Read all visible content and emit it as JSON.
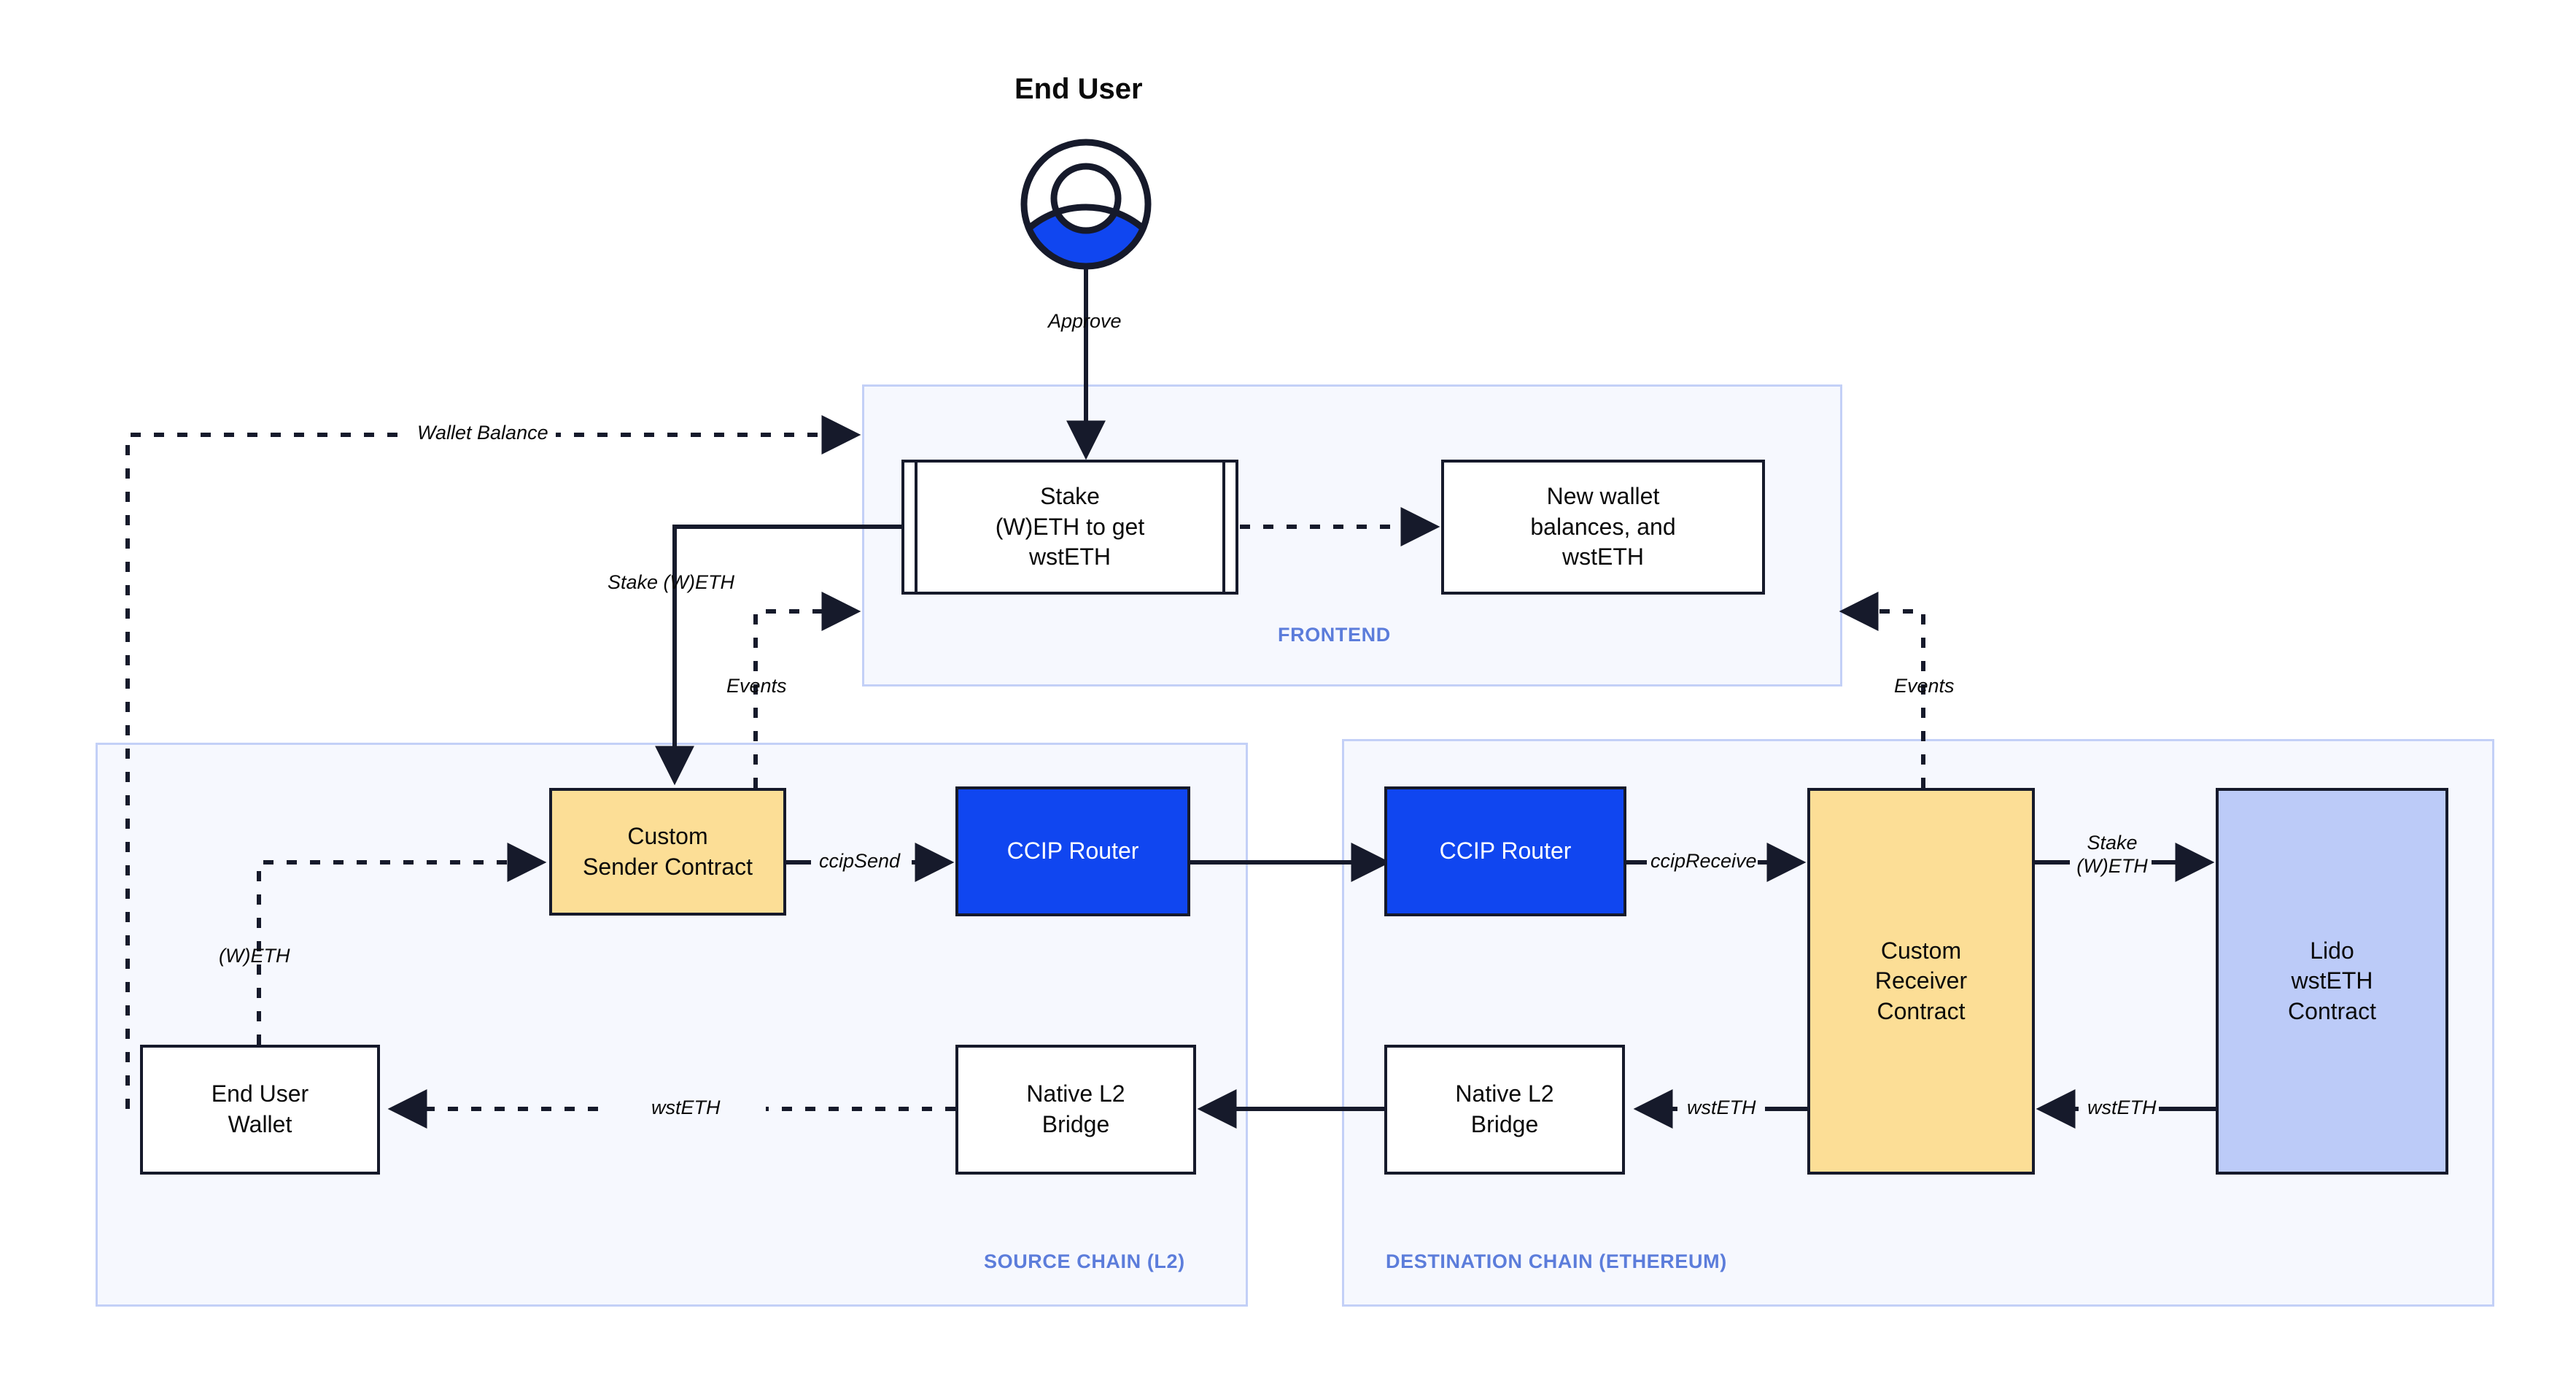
{
  "diagram": {
    "title": "Chainlink CCIP cross-chain Lido wstETH staking architecture",
    "colors": {
      "zone_fill": "#F6F8FE",
      "zone_border": "#C3D0F7",
      "zone_label": "#5C7DDB",
      "node_stroke": "#161A2B",
      "yellow": "#FCDE96",
      "blue": "#1046F0",
      "lavender": "#BCCBF8",
      "white": "#FFFFFF",
      "actor_accent": "#1046F0"
    }
  },
  "actor": {
    "name": "End User",
    "icon": "user-avatar-icon"
  },
  "zones": [
    {
      "id": "frontend",
      "label": "FRONTEND"
    },
    {
      "id": "source",
      "label": "SOURCE CHAIN (L2)"
    },
    {
      "id": "destination",
      "label": "DESTINATION CHAIN (ETHEREUM)"
    }
  ],
  "nodes": {
    "stake_form": {
      "label": "Stake\n(W)ETH to get\nwstETH",
      "zone": "frontend",
      "style": "subprocess"
    },
    "new_balances": {
      "label": "New wallet\nbalances, and\nwstETH",
      "zone": "frontend",
      "style": "white"
    },
    "end_user_wallet": {
      "label": "End User\nWallet",
      "zone": "source",
      "style": "white"
    },
    "custom_sender": {
      "label": "Custom\nSender Contract",
      "zone": "source",
      "style": "yellow"
    },
    "ccip_router_src": {
      "label": "CCIP Router",
      "zone": "source",
      "style": "blue"
    },
    "native_bridge_src": {
      "label": "Native L2\nBridge",
      "zone": "source",
      "style": "white"
    },
    "ccip_router_dst": {
      "label": "CCIP Router",
      "zone": "destination",
      "style": "blue"
    },
    "native_bridge_dst": {
      "label": "Native L2\nBridge",
      "zone": "destination",
      "style": "white"
    },
    "custom_receiver": {
      "label": "Custom\nReceiver\nContract",
      "zone": "destination",
      "style": "yellow"
    },
    "lido_contract": {
      "label": "Lido\nwstETH\nContract",
      "zone": "destination",
      "style": "lavender"
    }
  },
  "edges": [
    {
      "id": "e1",
      "label": "Approve",
      "from": "end_user",
      "to": "stake_form",
      "style": "solid"
    },
    {
      "id": "e2",
      "label": "Wallet Balance",
      "from": "end_user_wallet",
      "to": "frontend",
      "style": "dashed"
    },
    {
      "id": "e3",
      "label": "",
      "from": "stake_form",
      "to": "new_balances",
      "style": "dashed"
    },
    {
      "id": "e4",
      "label": "Stake (W)ETH",
      "from": "stake_form",
      "to": "custom_sender",
      "style": "solid"
    },
    {
      "id": "e5",
      "label": "Events",
      "from": "custom_sender",
      "to": "frontend",
      "style": "dashed"
    },
    {
      "id": "e6",
      "label": "(W)ETH",
      "from": "end_user_wallet",
      "to": "custom_sender",
      "style": "dashed"
    },
    {
      "id": "e7",
      "label": "ccipSend",
      "from": "custom_sender",
      "to": "ccip_router_src",
      "style": "solid"
    },
    {
      "id": "e8",
      "label": "",
      "from": "ccip_router_src",
      "to": "ccip_router_dst",
      "style": "solid"
    },
    {
      "id": "e9",
      "label": "ccipReceive",
      "from": "ccip_router_dst",
      "to": "custom_receiver",
      "style": "solid"
    },
    {
      "id": "e10",
      "label": "Stake\n(W)ETH",
      "from": "custom_receiver",
      "to": "lido_contract",
      "style": "solid"
    },
    {
      "id": "e11",
      "label": "wstETH",
      "from": "lido_contract",
      "to": "custom_receiver",
      "style": "solid"
    },
    {
      "id": "e12",
      "label": "wstETH",
      "from": "custom_receiver",
      "to": "native_bridge_dst",
      "style": "solid"
    },
    {
      "id": "e13",
      "label": "",
      "from": "native_bridge_dst",
      "to": "native_bridge_src",
      "style": "solid"
    },
    {
      "id": "e14",
      "label": "wstETH",
      "from": "native_bridge_src",
      "to": "end_user_wallet",
      "style": "dashed"
    },
    {
      "id": "e15",
      "label": "Events",
      "from": "custom_receiver",
      "to": "frontend",
      "style": "dashed"
    }
  ],
  "edge_labels": {
    "approve": "Approve",
    "wallet_balance": "Wallet Balance",
    "stake_weth_left": "Stake (W)ETH",
    "events_left": "Events",
    "events_right": "Events",
    "weth": "(W)ETH",
    "ccip_send": "ccipSend",
    "ccip_receive": "ccipReceive",
    "stake_weth_right_l1": "Stake",
    "stake_weth_right_l2": "(W)ETH",
    "wsteth_src": "wstETH",
    "wsteth_dst_left": "wstETH",
    "wsteth_dst_right": "wstETH"
  }
}
